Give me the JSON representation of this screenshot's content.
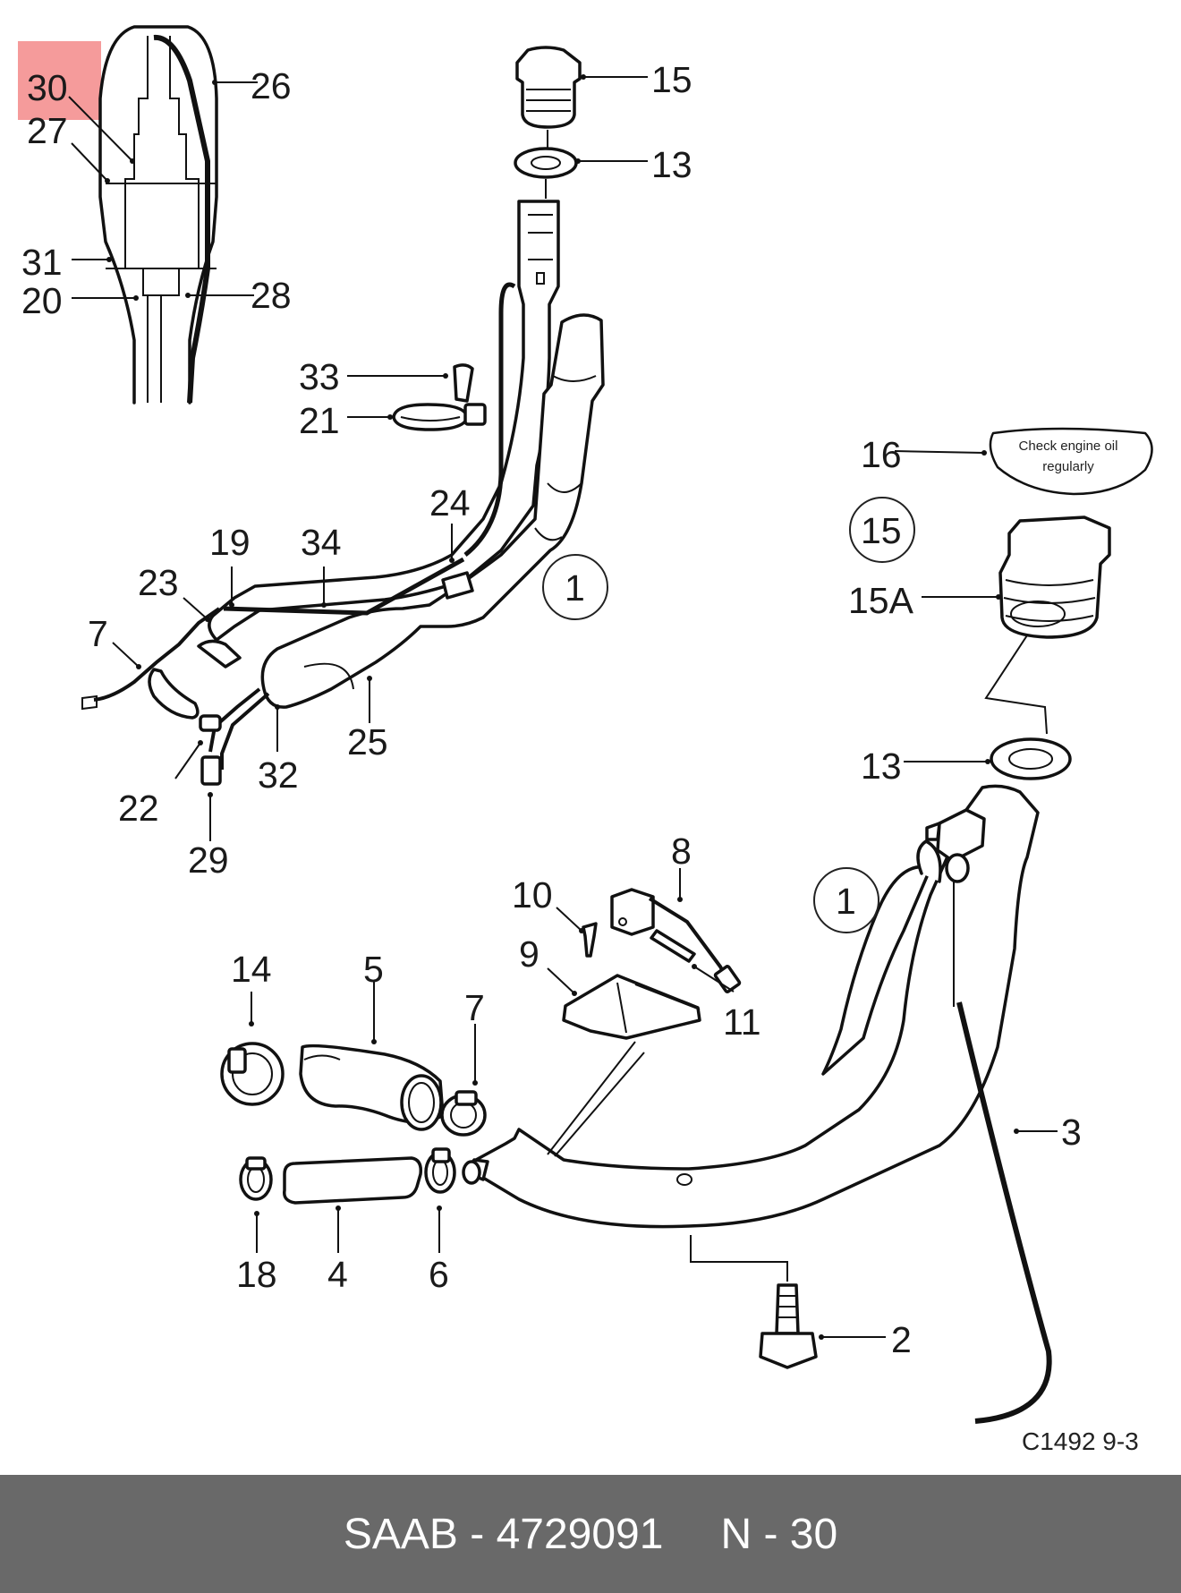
{
  "diagram": {
    "callouts": [
      "30",
      "27",
      "31",
      "20",
      "26",
      "28",
      "15",
      "13",
      "33",
      "21",
      "16",
      "15",
      "15A",
      "13",
      "19",
      "34",
      "24",
      "23",
      "7",
      "1",
      "25",
      "32",
      "22",
      "29",
      "8",
      "10",
      "9",
      "11",
      "1",
      "14",
      "5",
      "7",
      "3",
      "18",
      "4",
      "6",
      "2"
    ],
    "sticker_line1": "Check engine oil",
    "sticker_line2": "regularly",
    "drawing_code": "C1492 9-3"
  },
  "footer": {
    "part_label": "SAAB - 4729091",
    "ref_label": "N - 30"
  },
  "colors": {
    "highlight": "#f27979",
    "footer_bg": "#696969",
    "line": "#111111"
  }
}
